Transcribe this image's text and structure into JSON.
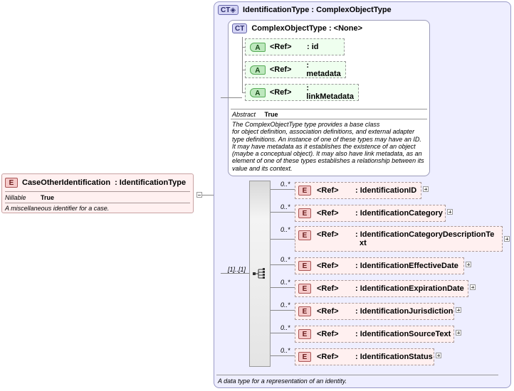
{
  "root": {
    "badge": "E",
    "name": "CaseOtherIdentification",
    "type": ": IdentificationType",
    "nillable_label": "Nillable",
    "nillable_value": "True",
    "description": "A miscellaneous identifier for a case."
  },
  "complex_type": {
    "badge": "CT",
    "title": "IdentificationType : ComplexObjectType",
    "footer": "A data type for a representation of an identity.",
    "sequence_cardinality": "[1]..[1]"
  },
  "base_type": {
    "badge": "CT",
    "title": "ComplexObjectType : <None>",
    "abstract_label": "Abstract",
    "abstract_value": "True",
    "description": "The ComplexObjectType type provides a base class for object definition, association definitions, and external adapter type definitions. An instance of one of these types may have an ID. It may have metadata as it establishes the existence of an object (maybe a conceptual object). It may also have link metadata, as an element of one of these types establishes a relationship between its value and its context.",
    "description_lines": [
      "The ComplexObjectType type provides a base class",
      "for object definition, association definitions, and external adapter",
      "type definitions. An instance of one of these types may have an ID.",
      "It may have metadata as it establishes the existence of an object",
      "(maybe a conceptual object). It may also have link metadata, as an",
      "element of one of these types establishes a relationship between its",
      "value and its context."
    ],
    "attributes": [
      {
        "badge": "A",
        "ref": "<Ref>",
        "name": ": id"
      },
      {
        "badge": "A",
        "ref": "<Ref>",
        "name": ": metadata"
      },
      {
        "badge": "A",
        "ref": "<Ref>",
        "name": ": linkMetadata"
      }
    ]
  },
  "children": [
    {
      "badge": "E",
      "ref": "<Ref>",
      "name": ": IdentificationID",
      "cardinality": "0..*"
    },
    {
      "badge": "E",
      "ref": "<Ref>",
      "name": ": IdentificationCategory",
      "cardinality": "0..*"
    },
    {
      "badge": "E",
      "ref": "<Ref>",
      "name": ": IdentificationCategoryDescriptionTe",
      "name_cont": "xt",
      "cardinality": "0..*"
    },
    {
      "badge": "E",
      "ref": "<Ref>",
      "name": ": IdentificationEffectiveDate",
      "cardinality": "0..*"
    },
    {
      "badge": "E",
      "ref": "<Ref>",
      "name": ": IdentificationExpirationDate",
      "cardinality": "0..*"
    },
    {
      "badge": "E",
      "ref": "<Ref>",
      "name": ": IdentificationJurisdiction",
      "cardinality": "0..*"
    },
    {
      "badge": "E",
      "ref": "<Ref>",
      "name": ": IdentificationSourceText",
      "cardinality": "0..*"
    },
    {
      "badge": "E",
      "ref": "<Ref>",
      "name": ": IdentificationStatus",
      "cardinality": "0..*"
    }
  ]
}
